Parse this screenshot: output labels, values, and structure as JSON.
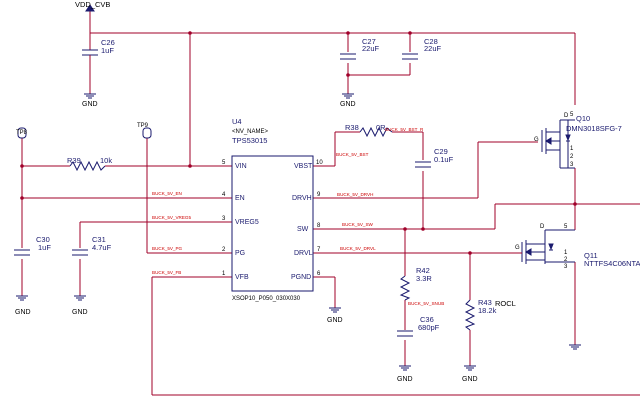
{
  "supply_label": "VDD_CVB",
  "ic": {
    "ref": "U4",
    "name_placeholder": "<NV_NAME>",
    "part": "TPS53015",
    "package": "XSOP10_P050_030X030",
    "left_pins": [
      {
        "name": "VIN",
        "num": "5"
      },
      {
        "name": "EN",
        "num": "4"
      },
      {
        "name": "VREG5",
        "num": "3"
      },
      {
        "name": "PG",
        "num": "2"
      },
      {
        "name": "VFB",
        "num": "1"
      }
    ],
    "right_pins": [
      {
        "name": "VBST",
        "num": "10"
      },
      {
        "name": "DRVH",
        "num": "9"
      },
      {
        "name": "SW",
        "num": "8"
      },
      {
        "name": "DRVL",
        "num": "7"
      },
      {
        "name": "PGND",
        "num": "6"
      }
    ]
  },
  "capacitors": {
    "c26": {
      "ref": "C26",
      "value": "1uF"
    },
    "c27": {
      "ref": "C27",
      "value": "22uF"
    },
    "c28": {
      "ref": "C28",
      "value": "22uF"
    },
    "c29": {
      "ref": "C29",
      "value": "0.1uF"
    },
    "c30": {
      "ref": "C30",
      "value": "1uF"
    },
    "c31": {
      "ref": "C31",
      "value": "4.7uF"
    },
    "c36": {
      "ref": "C36",
      "value": "680pF"
    }
  },
  "resistors": {
    "r38": {
      "ref": "R38",
      "value": "0R"
    },
    "r39": {
      "ref": "R39",
      "value": "10k"
    },
    "r42": {
      "ref": "R42",
      "value": "3.3R"
    },
    "r43": {
      "ref": "R43",
      "value": "18.2k",
      "extra": "ROCL"
    }
  },
  "transistors": {
    "q10": {
      "ref": "Q10",
      "part": "DMN3018SFG-7",
      "pins": [
        "D",
        "G",
        "5",
        "1",
        "2",
        "3"
      ]
    },
    "q11": {
      "ref": "Q11",
      "part": "NTTFS4C06NTAG",
      "pins": [
        "D",
        "G",
        "5",
        "1",
        "2",
        "3"
      ]
    }
  },
  "test_points": [
    "TP8",
    "TP9"
  ],
  "nets": {
    "bst": "BUCK_5V_BST",
    "bst_r": "BUCK_5V_BST_R",
    "en": "BUCK_5V_EN",
    "vreg": "BUCK_5V_VREG5",
    "pg": "BUCK_5V_PG",
    "fb": "BUCK_5V_FB",
    "drvh": "BUCK_5V_DRVH",
    "sw": "BUCK_5V_SW",
    "drvl": "BUCK_5V_DRVL",
    "snub": "BUCK_5V_SNUB"
  },
  "gnd_label": "GND"
}
